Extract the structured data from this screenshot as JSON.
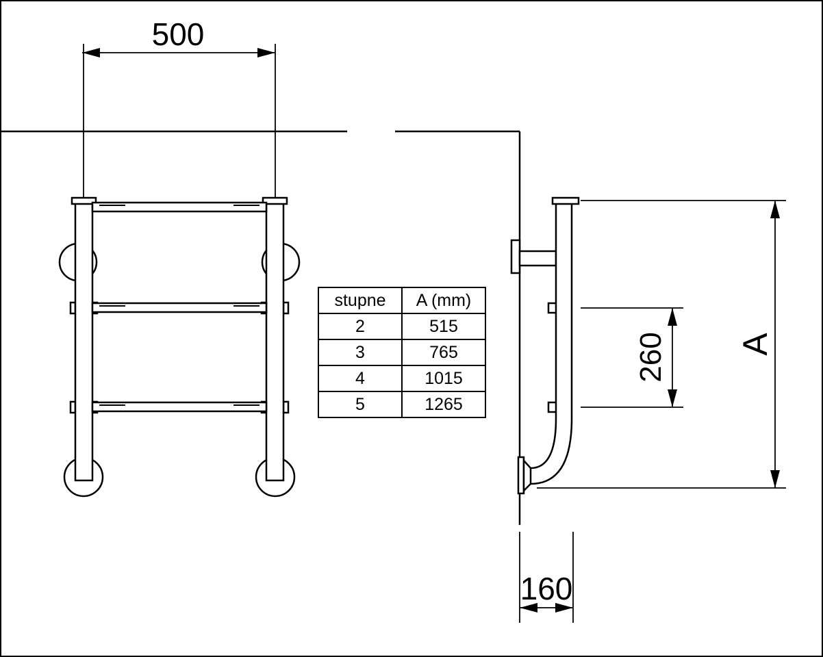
{
  "drawing": {
    "width_dim": "500",
    "rung_spacing_dim": "260",
    "height_dim": "A",
    "offset_dim": "160"
  },
  "table": {
    "headers": [
      "stupne",
      "A (mm)"
    ],
    "rows": [
      [
        "2",
        "515"
      ],
      [
        "3",
        "765"
      ],
      [
        "4",
        "1015"
      ],
      [
        "5",
        "1265"
      ]
    ]
  },
  "colors": {
    "line": "#000000",
    "background": "#ffffff"
  }
}
